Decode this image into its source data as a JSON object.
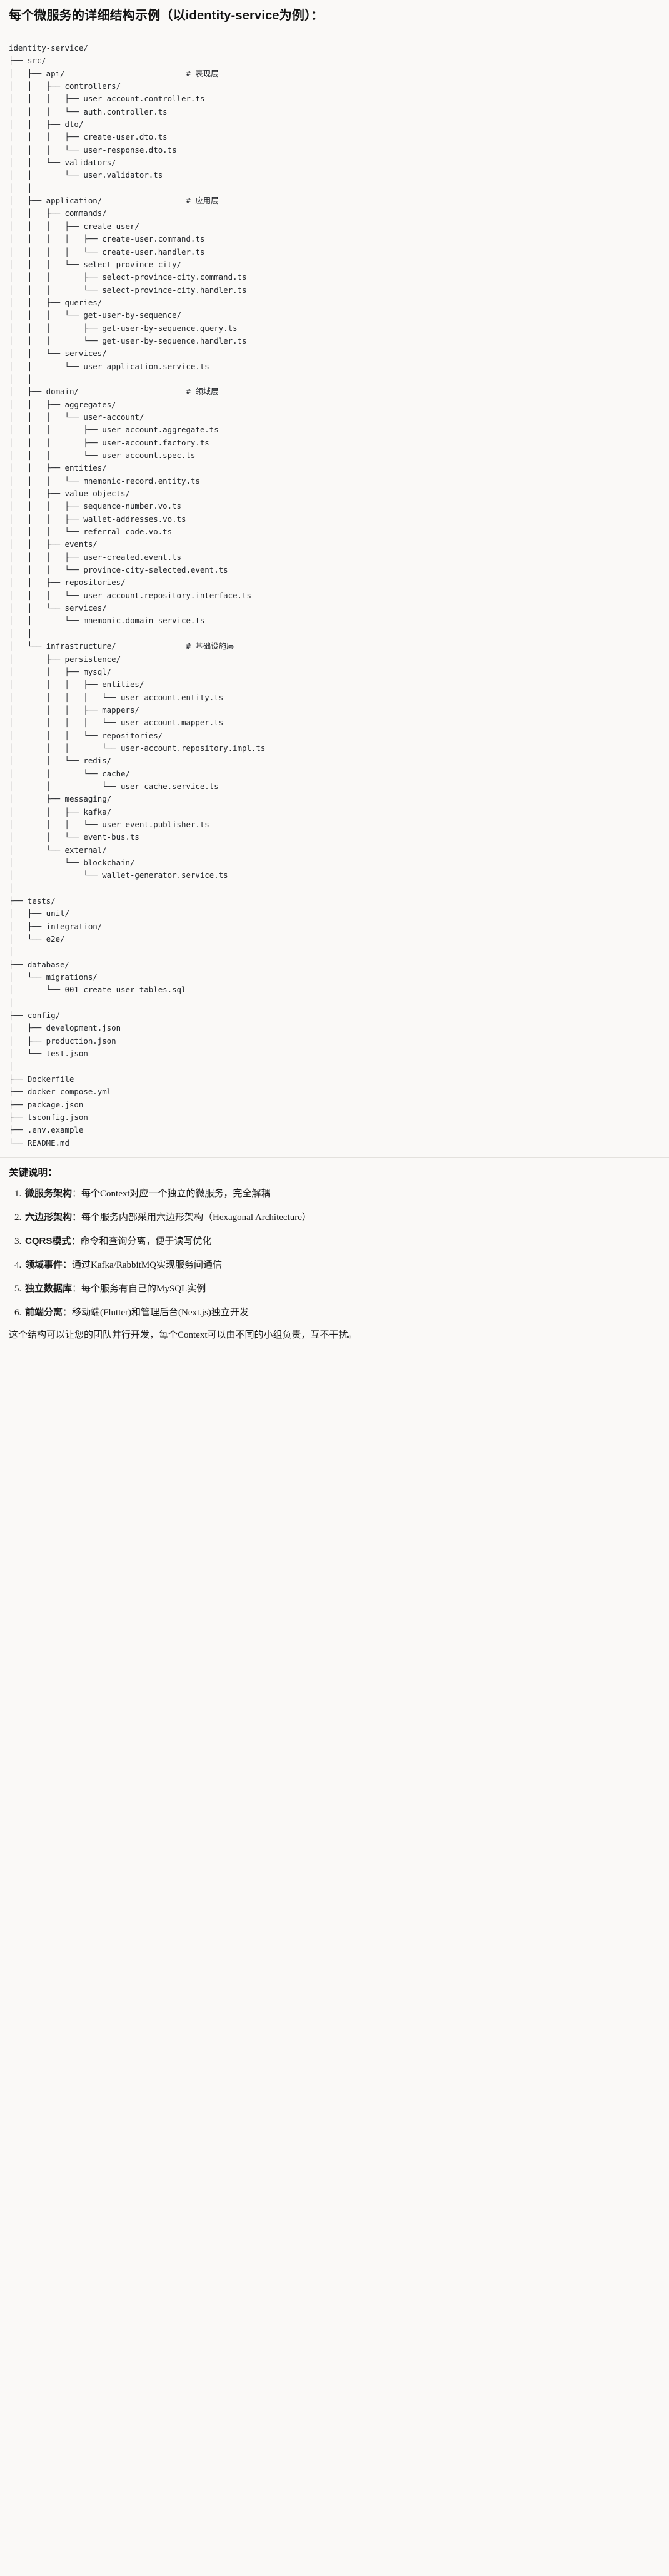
{
  "document": {
    "title": "每个微服务的详细结构示例（以identity-service为例）："
  },
  "tree": {
    "root_label": "identity-service/",
    "text": "identity-service/\n├── src/\n│   ├── api/                          # 表现层\n│   │   ├── controllers/\n│   │   │   ├── user-account.controller.ts\n│   │   │   └── auth.controller.ts\n│   │   ├── dto/\n│   │   │   ├── create-user.dto.ts\n│   │   │   └── user-response.dto.ts\n│   │   └── validators/\n│   │       └── user.validator.ts\n│   │\n│   ├── application/                  # 应用层\n│   │   ├── commands/\n│   │   │   ├── create-user/\n│   │   │   │   ├── create-user.command.ts\n│   │   │   │   └── create-user.handler.ts\n│   │   │   └── select-province-city/\n│   │   │       ├── select-province-city.command.ts\n│   │   │       └── select-province-city.handler.ts\n│   │   ├── queries/\n│   │   │   └── get-user-by-sequence/\n│   │   │       ├── get-user-by-sequence.query.ts\n│   │   │       └── get-user-by-sequence.handler.ts\n│   │   └── services/\n│   │       └── user-application.service.ts\n│   │\n│   ├── domain/                       # 领域层\n│   │   ├── aggregates/\n│   │   │   └── user-account/\n│   │   │       ├── user-account.aggregate.ts\n│   │   │       ├── user-account.factory.ts\n│   │   │       └── user-account.spec.ts\n│   │   ├── entities/\n│   │   │   └── mnemonic-record.entity.ts\n│   │   ├── value-objects/\n│   │   │   ├── sequence-number.vo.ts\n│   │   │   ├── wallet-addresses.vo.ts\n│   │   │   └── referral-code.vo.ts\n│   │   ├── events/\n│   │   │   ├── user-created.event.ts\n│   │   │   └── province-city-selected.event.ts\n│   │   ├── repositories/\n│   │   │   └── user-account.repository.interface.ts\n│   │   └── services/\n│   │       └── mnemonic.domain-service.ts\n│   │\n│   └── infrastructure/               # 基础设施层\n│       ├── persistence/\n│       │   ├── mysql/\n│       │   │   ├── entities/\n│       │   │   │   └── user-account.entity.ts\n│       │   │   ├── mappers/\n│       │   │   │   └── user-account.mapper.ts\n│       │   │   └── repositories/\n│       │   │       └── user-account.repository.impl.ts\n│       │   └── redis/\n│       │       └── cache/\n│       │           └── user-cache.service.ts\n│       ├── messaging/\n│       │   ├── kafka/\n│       │   │   └── user-event.publisher.ts\n│       │   └── event-bus.ts\n│       └── external/\n│           └── blockchain/\n│               └── wallet-generator.service.ts\n│\n├── tests/\n│   ├── unit/\n│   ├── integration/\n│   └── e2e/\n│\n├── database/\n│   └── migrations/\n│       └── 001_create_user_tables.sql\n│\n├── config/\n│   ├── development.json\n│   ├── production.json\n│   └── test.json\n│\n├── Dockerfile\n├── docker-compose.yml\n├── package.json\n├── tsconfig.json\n├── .env.example\n└── README.md",
    "layer_comments": [
      "# 表现层",
      "# 应用层",
      "# 领域层",
      "# 基础设施层"
    ]
  },
  "key_points": {
    "heading": "关键说明：",
    "items": [
      {
        "term": "微服务架构",
        "sep": "：",
        "desc": "每个Context对应一个独立的微服务，完全解耦"
      },
      {
        "term": "六边形架构",
        "sep": "：",
        "desc": "每个服务内部采用六边形架构（Hexagonal Architecture）"
      },
      {
        "term": "CQRS模式",
        "sep": "：",
        "desc": "命令和查询分离，便于读写优化"
      },
      {
        "term": "领域事件",
        "sep": "：",
        "desc": "通过Kafka/RabbitMQ实现服务间通信"
      },
      {
        "term": "独立数据库",
        "sep": "：",
        "desc": "每个服务有自己的MySQL实例"
      },
      {
        "term": "前端分离",
        "sep": "：",
        "desc": "移动端(Flutter)和管理后台(Next.js)独立开发"
      }
    ],
    "footer": "这个结构可以让您的团队并行开发，每个Context可以由不同的小组负责，互不干扰。"
  }
}
